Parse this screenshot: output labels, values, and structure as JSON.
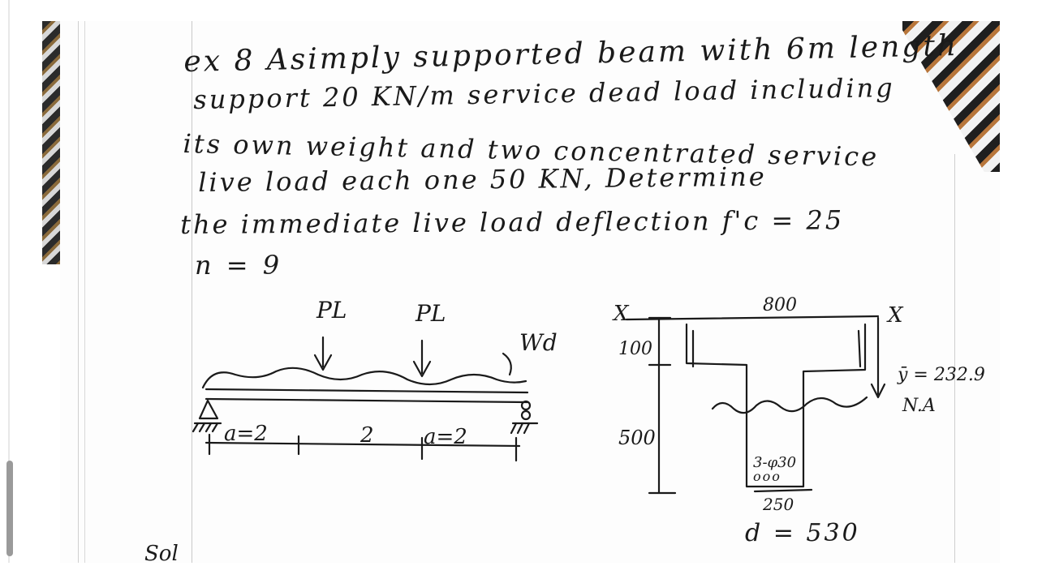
{
  "problem": {
    "line1": "ex 8 Asimply supported beam with 6m length",
    "line2": "support 20 KN/m service dead load including",
    "line3": "its own weight and two concentrated service",
    "line4": "live load each one 50 KN, Determine",
    "line5": "the immediate live load deflection  f'c = 25",
    "line6": "n = 9"
  },
  "beam_diagram": {
    "load_1": "PL",
    "load_2": "PL",
    "distributed_load": "Wd",
    "span_a": "a=2",
    "span_mid": "2",
    "span_b": "a=2"
  },
  "section_diagram": {
    "axis_left": "X",
    "axis_right": "X",
    "flange_width": "800",
    "flange_depth": "100",
    "web_depth": "500",
    "web_width": "250",
    "reinforcement": "3-φ30",
    "centroid": "ȳ = 232.9",
    "neutral_axis": "N.A",
    "effective_depth": "d = 530"
  },
  "footer": {
    "partial_text": "Sol"
  }
}
